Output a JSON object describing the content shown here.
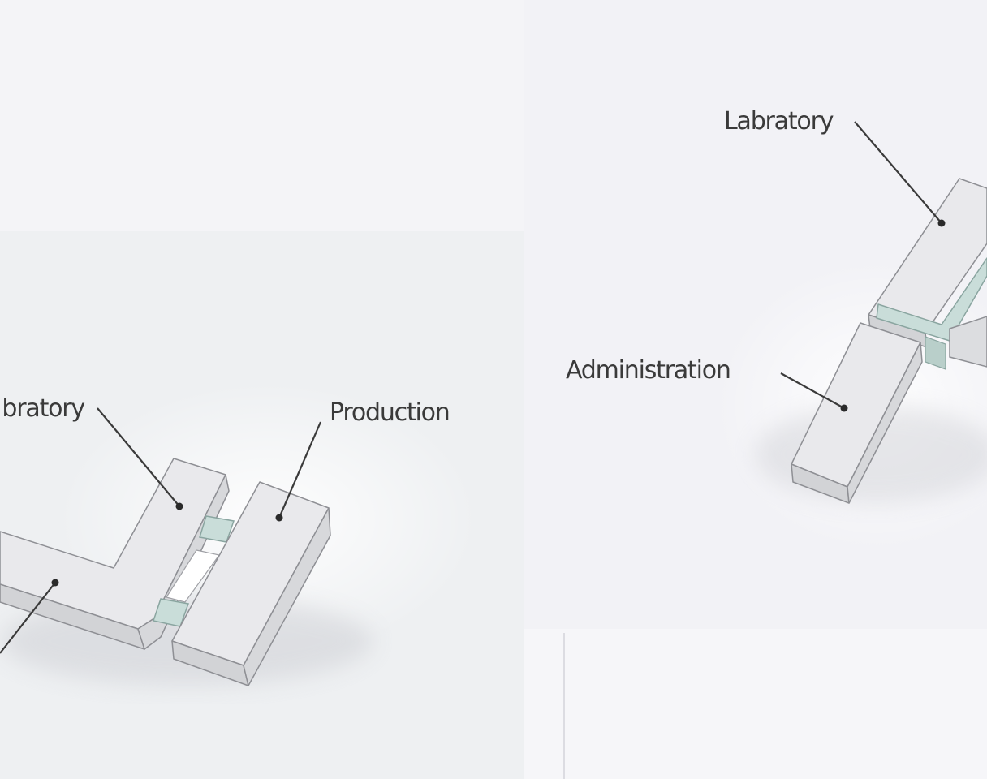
{
  "left_panel": {
    "labels": {
      "laboratory": "bratory",
      "production": "Production"
    }
  },
  "right_panel": {
    "labels": {
      "laboratory": "Labratory",
      "administration": "Administration"
    }
  },
  "colors": {
    "background": "#f4f4f7",
    "block_top": "#e9e9ec",
    "block_side": "#d2d3d6",
    "block_edge": "#8e8f94",
    "connector": "#c9ddd9",
    "leader_line": "#3a3a3a"
  }
}
